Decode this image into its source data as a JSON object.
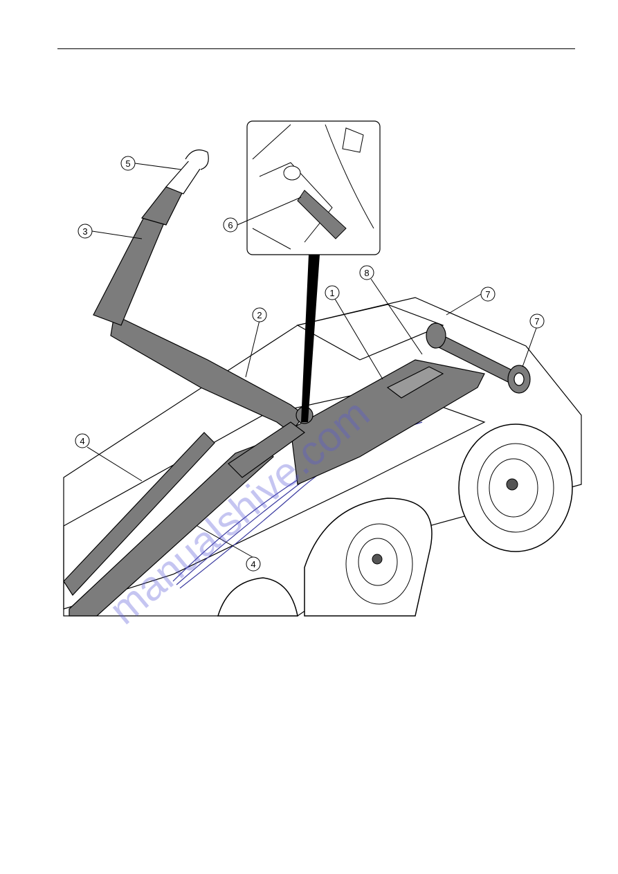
{
  "figure": {
    "callouts": [
      {
        "id": "callout-1",
        "label": "1"
      },
      {
        "id": "callout-2",
        "label": "2"
      },
      {
        "id": "callout-3",
        "label": "3"
      },
      {
        "id": "callout-4a",
        "label": "4"
      },
      {
        "id": "callout-4b",
        "label": "4"
      },
      {
        "id": "callout-5",
        "label": "5"
      },
      {
        "id": "callout-6",
        "label": "6"
      },
      {
        "id": "callout-7a",
        "label": "7"
      },
      {
        "id": "callout-7b",
        "label": "7"
      },
      {
        "id": "callout-8",
        "label": "8"
      }
    ]
  },
  "watermark": {
    "text": "manualshive.com"
  },
  "colors": {
    "part_fill": "#7c7c7c",
    "line": "#000000",
    "hose_blue": "#3a3aa0"
  }
}
